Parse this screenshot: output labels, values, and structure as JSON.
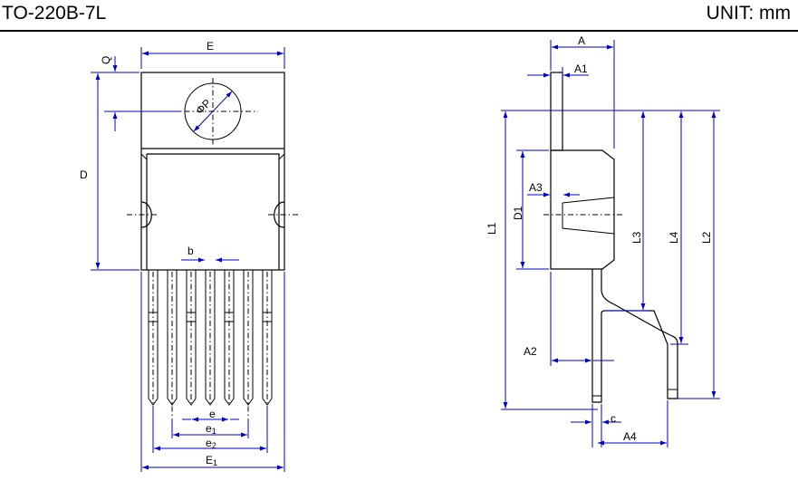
{
  "header": {
    "title": "TO-220B-7L",
    "unit": "UNIT: mm"
  },
  "labels": {
    "E": "E",
    "Q": "Q",
    "D": "D",
    "phiP": "ΦP",
    "b": "b",
    "e": "e",
    "e1_main": "e",
    "e1_sub": "1",
    "e2_main": "e",
    "e2_sub": "2",
    "E1_main": "E",
    "E1_sub": "1",
    "A": "A",
    "A1": "A1",
    "A2": "A2",
    "A3": "A3",
    "A4": "A4",
    "D1": "D1",
    "L1": "L1",
    "L2": "L2",
    "L3": "L3",
    "L4": "L4",
    "c": "c"
  },
  "colors": {
    "dimension": "#0000cc",
    "outline": "#000000"
  }
}
